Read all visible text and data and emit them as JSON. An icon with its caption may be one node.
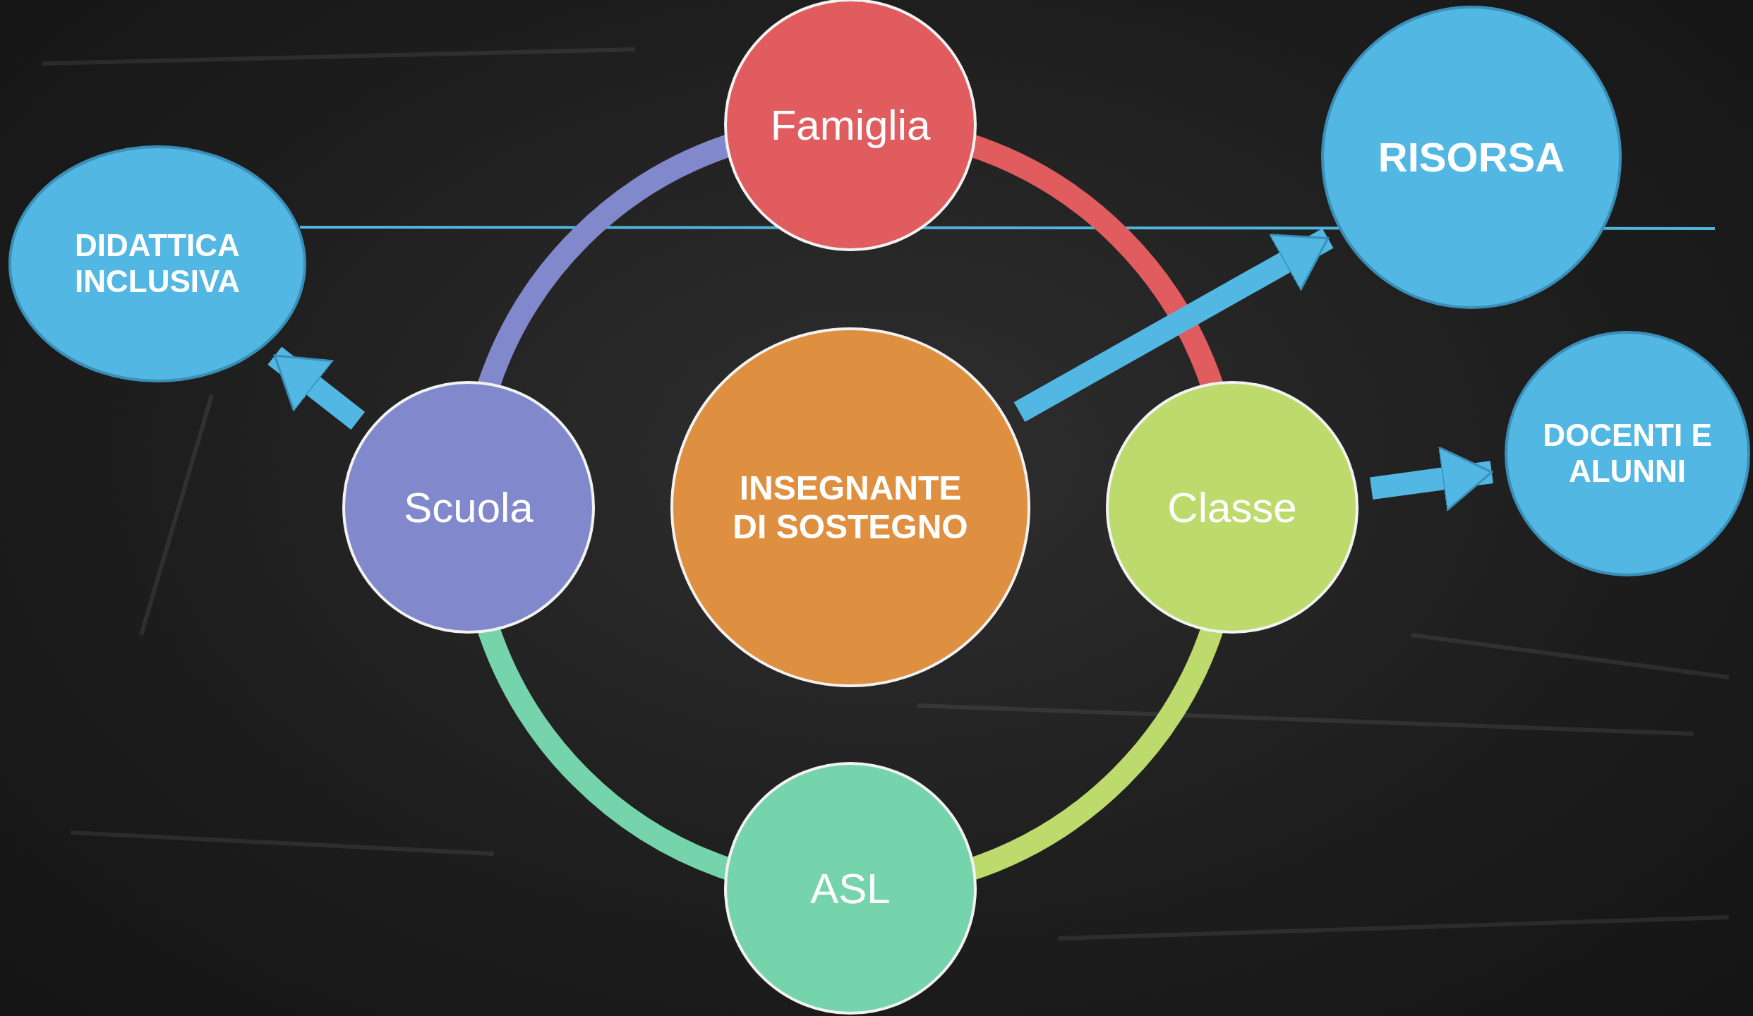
{
  "diagram": {
    "nodes": [
      {
        "text": [
          "Famiglia"
        ]
      },
      {
        "text": [
          "RISORSA"
        ]
      },
      {
        "text": [
          "DIDATTICA INCLUSIVA"
        ]
      },
      {
        "text": [
          "Scuola"
        ]
      },
      {
        "text": [
          "INSEGNANTE DI SOSTEGNO"
        ]
      },
      {
        "text": [
          "Classe"
        ]
      },
      {
        "text": [
          "DOCENTI E ALUNNI"
        ]
      },
      {
        "text": [
          "ASL"
        ]
      }
    ],
    "edges": [
      {
        "from": 0,
        "to": 5,
        "arrow": "none",
        "color": "#e05c5f"
      },
      {
        "from": 5,
        "to": 7,
        "arrow": "none",
        "color": "#bcdb6c"
      },
      {
        "from": 7,
        "to": 3,
        "arrow": "none",
        "color": "#76d4ac"
      },
      {
        "from": 3,
        "to": 0,
        "arrow": "none",
        "color": "#8189cc"
      },
      {
        "from": 3,
        "to": 2,
        "arrow": "to",
        "color": "#52b7e3"
      },
      {
        "from": 4,
        "to": 1,
        "arrow": "to",
        "color": "#52b7e3"
      },
      {
        "from": 5,
        "to": 6,
        "arrow": "to",
        "color": "#52b7e3"
      }
    ]
  }
}
